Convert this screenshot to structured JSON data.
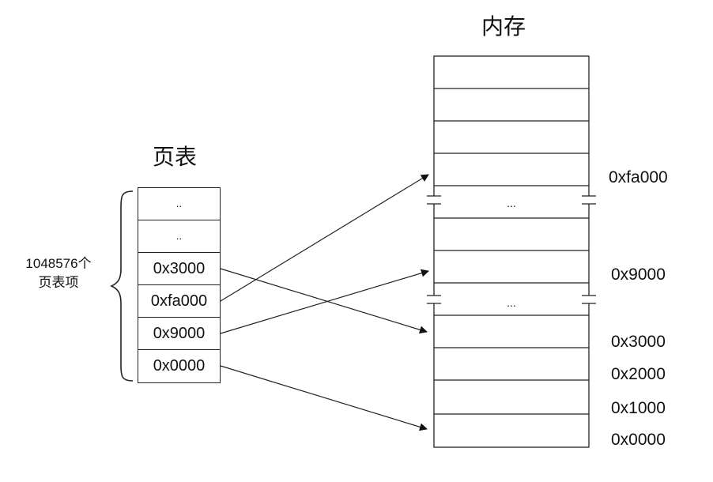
{
  "memory": {
    "title": "内存",
    "gap_marker": "..."
  },
  "page_table": {
    "title": "页表",
    "entries": [
      "..",
      "..",
      "0x3000",
      "0xfa000",
      "0x9000",
      "0x0000"
    ],
    "count_label_line1": "1048576个",
    "count_label_line2": "页表项"
  },
  "addresses": {
    "fa000": "0xfa000",
    "a9000": "0x9000",
    "a3000": "0x3000",
    "a2000": "0x2000",
    "a1000": "0x1000",
    "a0000": "0x0000"
  },
  "colors": {
    "line": "#222222",
    "background": "#ffffff"
  }
}
